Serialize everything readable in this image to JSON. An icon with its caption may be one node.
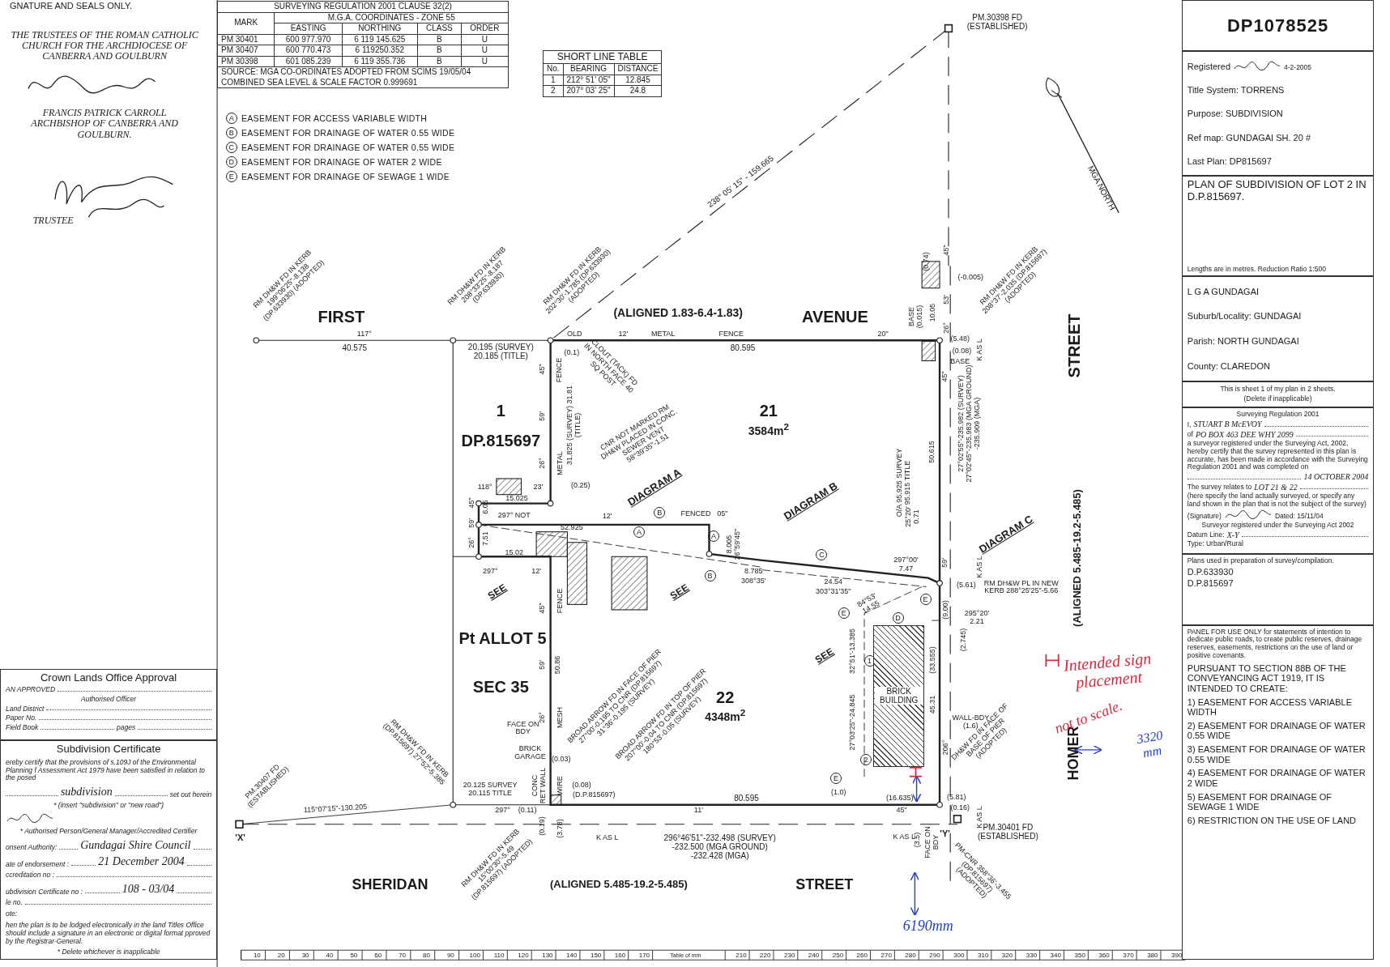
{
  "diagram": {
    "nodes": [
      {
        "text": [
          "Crown Lands Office Approval",
          "AN APPROVED",
          "Authorised Officer",
          "Land District",
          "Paper No.",
          "Field Book",
          "pages"
        ]
      },
      {
        "text": [
          "Subdivision Certificate",
          "ereby certify that the provisions of s.109J of the Environmental Planning f Assessment Act 1979 have been satisfied in relation to the posed",
          "subdivision",
          "set out herein",
          "* (insert \"subdivision\" or \"new road\")",
          "* Authorised Person/General Manager/Accredited Certifier",
          "onsent Authority:",
          "Gundagai Shire Council",
          "ate of endorsement :",
          "21 December 2004",
          "ccreditation no :",
          "ubdivision Certificate no :",
          "108 - 03/04",
          "le no.",
          "ote:",
          "hen the plan is to be lodged electronically in the land Titles Office should include a signature in an electronic or digital format pproved by the Registrar-General.",
          "* Delete whichever is inapplicable"
        ]
      },
      {
        "text": [
          "DP1078525"
        ]
      },
      {
        "text": [
          "Registered",
          "4-2-2005",
          "Title System: TORRENS",
          "Purpose: SUBDIVISION",
          "Ref map: GUNDAGAI SH. 20 #",
          "Last Plan: DP815697"
        ]
      },
      {
        "text": [
          "PLAN OF SUBDIVISION OF LOT 2 IN D.P.815697.",
          "Lengths are in metres. Reduction Ratio 1:500"
        ]
      },
      {
        "text": [
          "L G A GUNDAGAI",
          "Suburb/Locality: GUNDAGAI",
          "Parish: NORTH GUNDAGAI",
          "County: CLAREDON"
        ]
      },
      {
        "text": [
          "This is sheet 1 of my plan in 2 sheets.",
          "(Delete if inapplicable)"
        ]
      },
      {
        "text": [
          "Surveying Regulation 2001",
          "I,",
          "STUART B McEVOY",
          "of",
          "PO BOX 463 DEE WHY 2099",
          "a surveyor registered under the Surveying Act, 2002, hereby certify that the survey represented in this plan is accurate, has been made in accordance with the Surveying Regulation 2001 and was completed on",
          "14 OCTOBER 2004",
          "The survey relates to",
          "LOT 21 & 22",
          "(here specify the land actually surveyed, or specify any land shown in the plan that is not the subject of the survey)",
          "(Signature)",
          "Dated: 15/11/04",
          "Surveyor registered under the Surveying Act 2002",
          "Datum Line:",
          "X-Y",
          "Type: Urban/Rural"
        ]
      },
      {
        "text": [
          "Plans used in preparation of survey/compilation.",
          "D.P.633930",
          "D.P.815697"
        ]
      },
      {
        "text": [
          "PANEL FOR USE ONLY for statements of intention to dedicate public roads, to create public reserves, drainage reserves, easements, restrictions on the use of land or positive covenants.",
          "PURSUANT TO SECTION 88B OF THE CONVEYANCING ACT 1919, IT IS INTENDED TO CREATE:",
          "1) EASEMENT FOR ACCESS VARIABLE WIDTH",
          "2) EASEMENT FOR DRAINAGE OF WATER 0.55 WIDE",
          "3) EASEMENT FOR DRAINAGE OF WATER 0.55 WIDE",
          "4) EASEMENT FOR DRAINAGE OF WATER 2 WIDE",
          "5) EASEMENT FOR DRAINAGE OF SEWAGE 1 WIDE",
          "6) RESTRICTION ON THE USE OF LAND"
        ]
      },
      {
        "text": [
          "BRICK BUILDING"
        ]
      }
    ],
    "labels": [
      "GNATURE AND SEALS ONLY.",
      "THE TRUSTEES OF THE ROMAN CATHOLIC CHURCH FOR THE ARCHDIOCESE OF CANBERRA AND GOULBURN",
      "FRANCIS PATRICK CARROLL ARCHBISHOP OF CANBERRA AND GOULBURN.",
      "TRUSTEE",
      "SURVEYING REGULATION 2001 CLAUSE 32(2)",
      "MARK",
      "M.G.A. COORDINATES - ZONE 55",
      "EASTING",
      "NORTHING",
      "CLASS",
      "ORDER",
      "PM 30401",
      "600 977.970",
      "6 119 145.625",
      "B",
      "U",
      "PM 30407",
      "600 770.473",
      "6 119250.352",
      "B",
      "U",
      "PM 30398",
      "601 085.239",
      "6 119 355.736",
      "B",
      "U",
      "SOURCE: MGA CO-ORDINATES ADOPTED FROM SCIMS 19/05/04 COMBINED SEA LEVEL & SCALE FACTOR 0.999691",
      "SHORT LINE TABLE",
      "No.",
      "BEARING",
      "DISTANCE",
      "1",
      "212° 51' 05\"",
      "12.845",
      "2",
      "207° 03' 25\"",
      "24.8",
      "A",
      "EASEMENT FOR ACCESS VARIABLE WIDTH",
      "B",
      "EASEMENT FOR DRAINAGE OF WATER 0.55 WIDE",
      "C",
      "EASEMENT FOR DRAINAGE OF WATER 0.55 WIDE",
      "D",
      "EASEMENT FOR DRAINAGE OF WATER 2 WIDE",
      "E",
      "EASEMENT FOR DRAINAGE OF SEWAGE 1 WIDE",
      "PM.30398 FD (ESTABLISHED)",
      "238° 05' 15\" - 159.665",
      "MGA NORTH",
      "RM DH&W FD IN KERB 199°06'25\"-8.138 (DP.633930) (ADOPTED)",
      "RM DH&W FD IN KERB 208°33'25\"-8.187 (DP.633930)",
      "RM DH&W FD IN KERB 202°30'-1.785 (DP.633930) (ADOPTED)",
      "FIRST",
      "(ALIGNED 1.83-6.4-1.83)",
      "AVENUE",
      "117°",
      "40.575",
      "20.195 (SURVEY) 20.185 (TITLE)",
      "OLD",
      "12'",
      "METAL",
      "FENCE",
      "20\"",
      "80.595",
      "BASE (0.015)",
      "10.05",
      "(0.74)",
      "45\"",
      "(-0.005)",
      "53'",
      "26°",
      "(5.48)",
      "(0.08)",
      "BASE",
      "RM DH&W FD IN KERB 208°37'-2.035 (DP.815697) (ADOPTED)",
      "K AS L",
      "STREET",
      "(0.1)",
      "CLOUT (TACK) FD IN NORTH FACE 40 SQ POST",
      "45\"",
      "FENCE",
      "59'",
      "31.825 (SURVEY) 31.81 (TITLE)",
      "26°",
      "METAL",
      "(0.25)",
      "1",
      "DP.815697",
      "CNR NOT MARKED RM DH&W PLACED IN CONC. SEWER VENT 58°39'35\"-1.51",
      "21",
      "3584m$^{2}$",
      "DIAGRAM A",
      "DIAGRAM B",
      "DIAGRAM C",
      "O/A 95.925 SURVEY 95.915 TITLE",
      "50.615",
      "45\"",
      "27°02'55\"-235.982 (SURVEY) 27°02'45\"-235.983 (MGA GROUND) -235.909 (MGA)",
      "118°",
      "23'",
      "15.025",
      "45\"",
      "6.05",
      "59'",
      "297° NOT",
      "12'",
      "B",
      "FENCED",
      "05\"",
      "52.925",
      "A",
      "A",
      "8.005 26°59'45\"",
      "26°",
      "7.51",
      "15.02",
      "297°",
      "12'",
      "C",
      "B",
      "8.785",
      "308°35'",
      "24.54",
      "303°31'35\"",
      "25°20' 0.71",
      "59'",
      "297°00'",
      "7.47",
      "(5.61)",
      "RM DH&W PL IN NEW KERB 288°25'25\"-5.66",
      "K AS L",
      "SEE",
      "SEE",
      "E",
      "84°53' 14.55",
      "D",
      "E",
      "(9.00)",
      "295°20' 2.21",
      "(2.745)",
      "45\"",
      "FENCE",
      "Pt ALLOT 5",
      "SEE",
      "32°51'-13.385",
      "1",
      "(33.555)",
      "59'",
      "50.86",
      "SEC 35",
      "22",
      "4348m$^{2}$",
      "45.31",
      "27°03'25\"-24.845",
      "WALL-BDY (1.6)",
      "BROAD ARROW FD IN FACE OF PIER 27°00'-0.195 TO CNR (DP.815697) 31°36'-0.195 (SURVEY)",
      "BROAD ARROW FD IN TOP OF PIER 207°00'-0.04 TO CNR (DP.815697) 180°53'-0.05 (SURVEY)",
      "26°",
      "MESH",
      "FACE ON BDY",
      "206°",
      "DH&W FD IN FACE OF BASE OF PIER (ADOPTED)",
      "BRICK GARAGE",
      "RM DH&W FD IN KERB (DP.815697) 27°52'-5.385",
      "(0.03)",
      "2",
      "E",
      "CONC RET WALL",
      "WIRE",
      "PM.30407 FD (ESTABLISHED)",
      "20.125 SURVEY 20.115 TITLE",
      "(0.08)",
      "(D.P.815697)",
      "80.595",
      "(1.0)",
      "(16.635)",
      "(5.81)",
      "115°07'15\"-130.205",
      "297°",
      "(0.11)",
      "(0.19)",
      "(3.78)",
      "11'",
      "45\"",
      "(0.16)",
      "K AS L",
      "'X'",
      "K AS L",
      "296°46'51\"-232.498 (SURVEY) -232.500 (MGA GROUND) -232.428 (MGA)",
      "K AS L",
      "(3.5)",
      "FACE ON BDY",
      "'Y'",
      "PM.30401 FD (ESTABLISHED)",
      "RM DH&W FD IN KERB 15°00'30\"-5.49 (DP.815697) (ADOPTED)",
      "PM-CNR 358°36'-3.455 (DP.815697) (ADOPTED)",
      "SHERIDAN",
      "(ALIGNED 5.485-19.2-5.485)",
      "STREET",
      "HOMER",
      "(ALIGNED 5.485-19.2-5.485)",
      "Intended sign placement",
      "not to scale.",
      "3320 mm",
      "6190mm",
      "10",
      "20",
      "30",
      "40",
      "50",
      "60",
      "70",
      "80",
      "90",
      "100",
      "110",
      "120",
      "130",
      "140",
      "150",
      "160",
      "170",
      "Table of mm",
      "210",
      "220",
      "230",
      "240",
      "250",
      "260",
      "270",
      "280",
      "290",
      "300",
      "310",
      "320",
      "330",
      "340",
      "350",
      "360",
      "370",
      "380",
      "390"
    ]
  }
}
